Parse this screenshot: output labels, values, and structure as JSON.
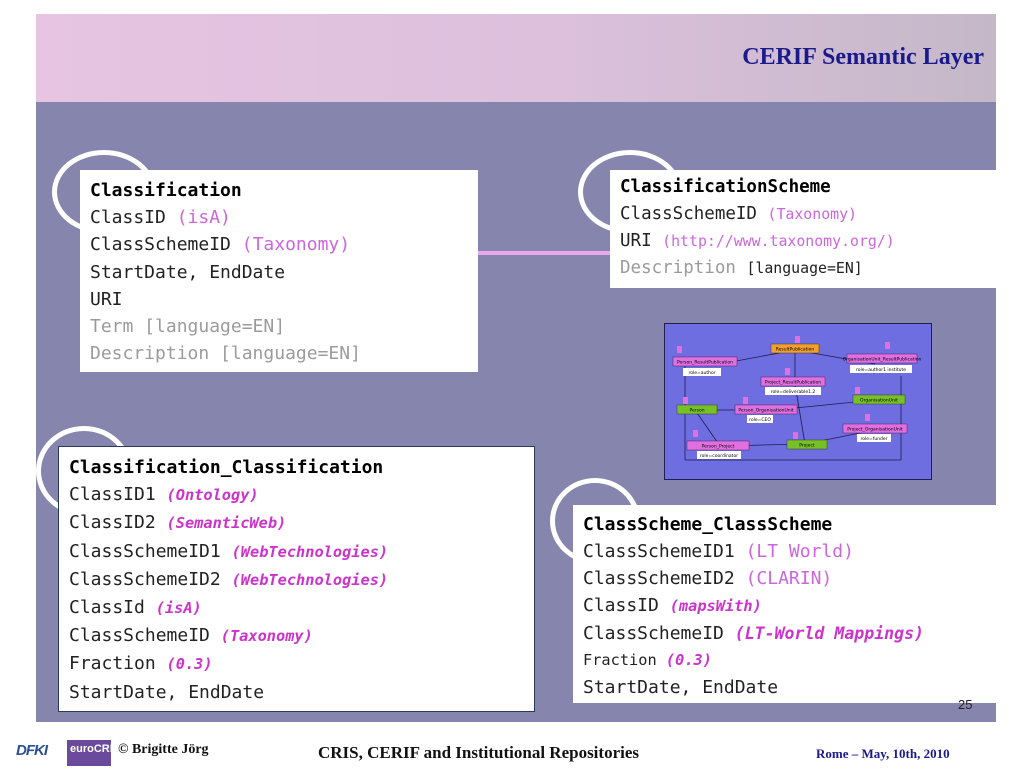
{
  "slide": {
    "title": "CERIF Semantic Layer",
    "page_number": "25"
  },
  "box_classification": {
    "heading": "Classification",
    "classid_label": "ClassID",
    "classid_value": "(isA)",
    "schemeid_label": "ClassSchemeID",
    "schemeid_value": "(Taxonomy)",
    "dates": "StartDate, EndDate",
    "uri": "URI",
    "term": "Term [language=EN]",
    "description": "Description [language=EN]"
  },
  "box_scheme": {
    "heading": "ClassificationScheme",
    "schemeid_label": "ClassSchemeID",
    "schemeid_value": "(Taxonomy)",
    "uri_label": "URI",
    "uri_value": "(http://www.taxonomy.org/)",
    "description_label": "Description",
    "description_value": "[language=EN]"
  },
  "box_class_class": {
    "heading": "Classification_Classification",
    "rows": [
      {
        "label": "ClassID1",
        "value": "(Ontology)"
      },
      {
        "label": "ClassID2",
        "value": "(SemanticWeb)"
      },
      {
        "label": "ClassSchemeID1",
        "value": "(WebTechnologies)"
      },
      {
        "label": "ClassSchemeID2",
        "value": "(WebTechnologies)"
      },
      {
        "label": "ClassId",
        "value": "(isA)"
      },
      {
        "label": "ClassSchemeID",
        "value": "(Taxonomy)"
      },
      {
        "label": "Fraction",
        "value": "(0.3)"
      }
    ],
    "dates": "StartDate, EndDate"
  },
  "box_scheme_scheme": {
    "heading": "ClassScheme_ClassScheme",
    "schemeid1_label": "ClassSchemeID1",
    "schemeid1_value": "(LT World)",
    "schemeid2_label": "ClassSchemeID2",
    "schemeid2_value": "(CLARIN)",
    "classid_label": "ClassID",
    "classid_value": "(mapsWith)",
    "schemeid_label": "ClassSchemeID",
    "schemeid_value": "(LT-World Mappings)",
    "fraction_label": "Fraction",
    "fraction_value": "(0.3)",
    "dates": "StartDate, EndDate"
  },
  "diagram": {
    "entities": [
      "ResultPublication",
      "Person_ResultPublication",
      "OrganisationUnit_ResultPublication",
      "Project_ResultPublication",
      "OrganisationUnit",
      "Person",
      "Person_OrganisationUnit",
      "Project_OrganisationUnit",
      "Person_Project",
      "Project"
    ],
    "roles": [
      "role=author",
      "role=author1 institute",
      "role=deliverable1.2",
      "role=CEO",
      "role=funder",
      "role=coordinator"
    ]
  },
  "footer": {
    "logo1": "DFKI",
    "logo2": "euroCRIS",
    "copyright": "© Brigitte Jörg",
    "center": "CRIS, CERIF and Institutional Repositories",
    "right": "Rome – May, 10th, 2010"
  }
}
